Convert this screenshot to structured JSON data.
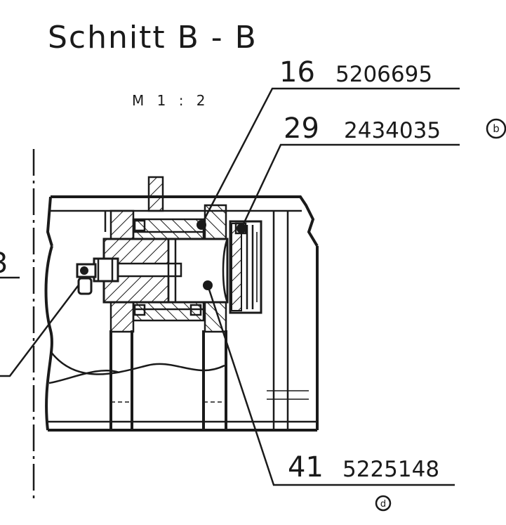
{
  "drawing": {
    "title": "Schnitt B - B",
    "scale": "M 1 : 2",
    "edge_fragment": "3",
    "callouts": [
      {
        "position": "16",
        "part_number": "5206695",
        "mark": ""
      },
      {
        "position": "29",
        "part_number": "2434035",
        "mark": "b"
      },
      {
        "position": "41",
        "part_number": "5225148",
        "mark": "d"
      }
    ]
  }
}
